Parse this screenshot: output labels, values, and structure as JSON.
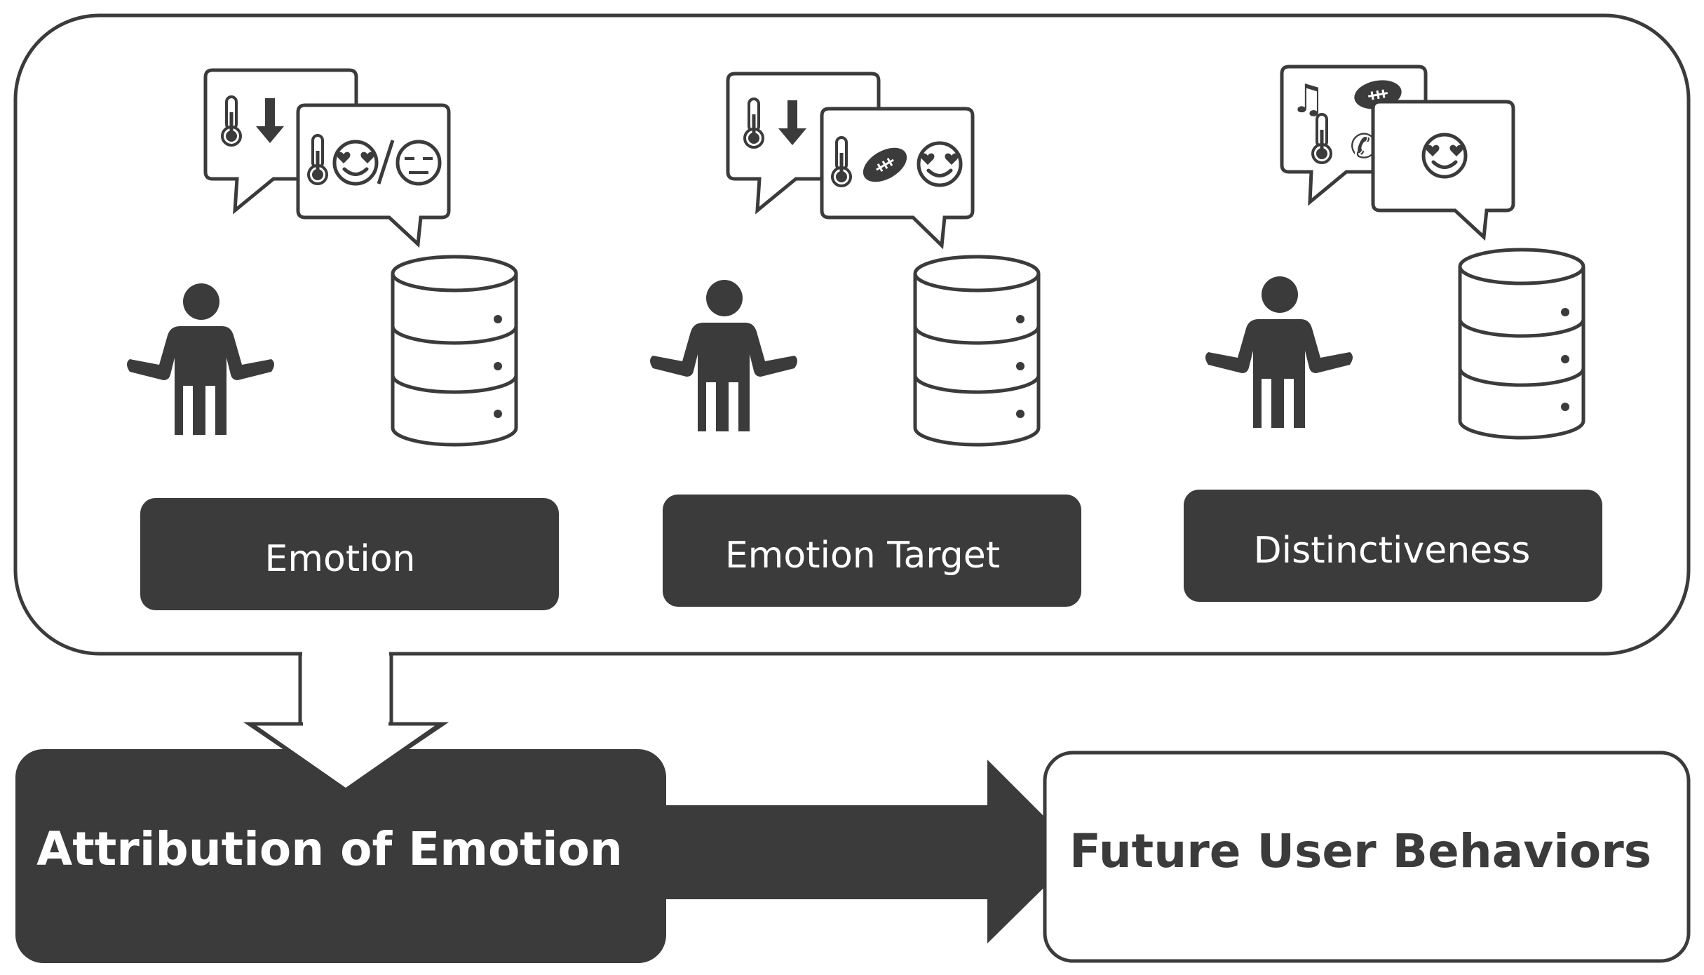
{
  "panels": [
    {
      "label": "Emotion",
      "bubble_front": "thermometer-love-slash-neutral",
      "bubble_back": "thermometer-down-arrow"
    },
    {
      "label": "Emotion Target",
      "bubble_front": "thermometer-football-love",
      "bubble_back": "thermometer-down-arrow"
    },
    {
      "label": "Distinctiveness",
      "bubble_front": "love-face",
      "bubble_back": "music-football-thermometer-phone"
    }
  ],
  "attribution": {
    "label": "Attribution of Emotion"
  },
  "outcome": {
    "label": "Future User Behaviors"
  },
  "colors": {
    "dark": "#3b3b3b",
    "white": "#ffffff"
  }
}
